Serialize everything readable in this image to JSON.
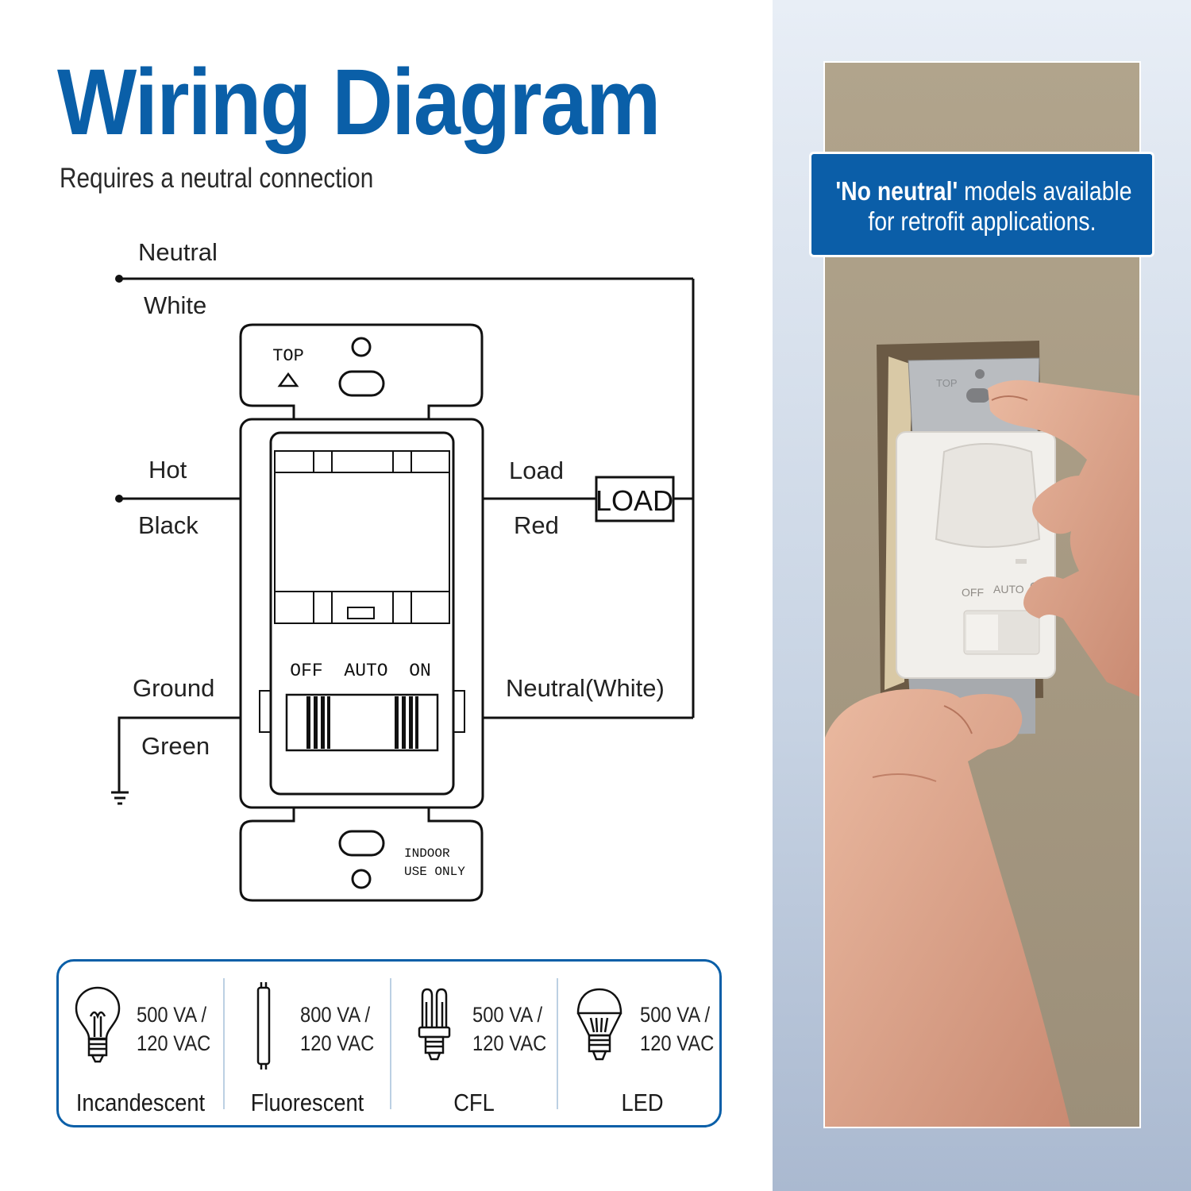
{
  "title": "Wiring Diagram",
  "subtitle": "Requires a neutral connection",
  "wires": {
    "neutral": "Neutral",
    "white": "White",
    "hot": "Hot",
    "black": "Black",
    "ground": "Ground",
    "green": "Green",
    "load": "Load",
    "red": "Red",
    "neutral_white": "Neutral(White)",
    "load_box": "LOAD"
  },
  "device": {
    "top_label": "TOP",
    "switch_positions": [
      "OFF",
      "AUTO",
      "ON"
    ],
    "indoor_line1": "INDOOR",
    "indoor_line2": "USE ONLY"
  },
  "ratings": [
    {
      "icon": "incandescent-bulb-icon",
      "value": "500 VA /",
      "voltage": "120 VAC",
      "name": "Incandescent"
    },
    {
      "icon": "fluorescent-tube-icon",
      "value": "800 VA /",
      "voltage": "120 VAC",
      "name": "Fluorescent"
    },
    {
      "icon": "cfl-bulb-icon",
      "value": "500 VA /",
      "voltage": "120 VAC",
      "name": "CFL"
    },
    {
      "icon": "led-bulb-icon",
      "value": "500 VA /",
      "voltage": "120 VAC",
      "name": "LED"
    }
  ],
  "callout": {
    "bold": "'No neutral'",
    "rest": " models available",
    "line2": "for retrofit applications."
  },
  "colors": {
    "brand_blue": "#0a5fa8",
    "callout_blue": "#0b5ea8"
  },
  "photo_switch": {
    "switch_positions": [
      "OFF",
      "AUTO",
      "ON"
    ],
    "top_label": "TOP"
  }
}
